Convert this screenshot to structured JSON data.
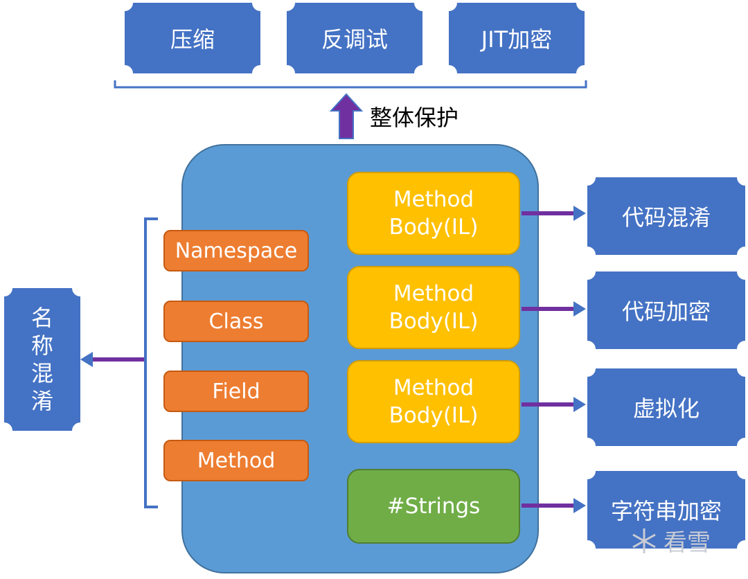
{
  "top_boxes": [
    "压缩",
    "反调试",
    "JIT加密"
  ],
  "top_arrow_label": "整体保护",
  "left_box": [
    "名",
    "称",
    "混",
    "淆"
  ],
  "name_items": [
    "Namespace",
    "Class",
    "Field",
    "Method"
  ],
  "method_bodies": [
    {
      "line1": "Method",
      "line2": "Body(IL)"
    },
    {
      "line1": "Method",
      "line2": "Body(IL)"
    },
    {
      "line1": "Method",
      "line2": "Body(IL)"
    }
  ],
  "strings_box": "#Strings",
  "right_boxes": [
    "代码混淆",
    "代码加密",
    "虚拟化",
    "字符串加密"
  ],
  "watermark": "看雪",
  "colors": {
    "ticket_blue": "#4472c4",
    "container_blue": "#5b9bd5",
    "orange": "#ed7d31",
    "yellow": "#ffc000",
    "green": "#70ad47",
    "arrow_purple": "#7030a0"
  }
}
